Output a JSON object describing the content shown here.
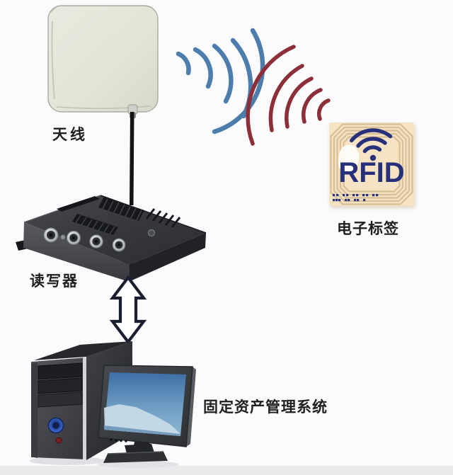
{
  "page": {
    "background": "#fbfbfd",
    "floor_band": "#eaeaed"
  },
  "labels": {
    "antenna": "天线",
    "reader": "读写器",
    "tag": "电子标签",
    "system": "固定资产管理系统"
  },
  "tag": {
    "text": "RFID",
    "bg": "#f5e3c4",
    "coil_color": "#d6bd92",
    "navy": "#26307b",
    "dots_rows": [
      10,
      8
    ]
  },
  "colors": {
    "wave_blue": "#4c7dad",
    "wave_red": "#8c2f38",
    "label_text": "#1f1f1f",
    "arrow_fill": "#ffffff",
    "arrow_outline": "#1b1e2e",
    "antenna_panel": "#e4e4d8",
    "device_body": "#3a3c42",
    "screen_blue": "#4a7cae"
  },
  "waves": {
    "blue": {
      "width": 6.5,
      "sweep": 1,
      "arcs": [
        [
          252,
          76,
          266,
          103,
          24
        ],
        [
          276,
          70,
          294,
          122,
          40
        ],
        [
          303,
          65,
          319,
          143,
          62
        ],
        [
          329,
          57,
          344,
          164,
          95
        ],
        [
          357,
          43,
          303,
          186,
          97
        ]
      ]
    },
    "red": {
      "width": 5.5,
      "sweep": 0,
      "arcs": [
        [
          464,
          142,
          452,
          168,
          20
        ],
        [
          453,
          127,
          430,
          172,
          38
        ],
        [
          440,
          111,
          406,
          179,
          62
        ],
        [
          427,
          93,
          384,
          184,
          85
        ],
        [
          415,
          66,
          357,
          203,
          108
        ]
      ]
    }
  }
}
